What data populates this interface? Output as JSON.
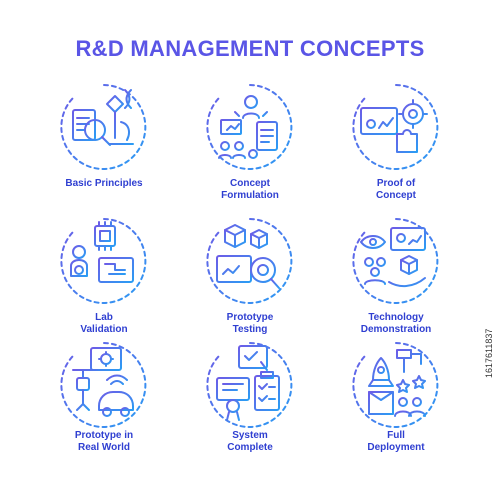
{
  "title": "R&D MANAGEMENT CONCEPTS",
  "colors": {
    "gradient_start": "#6c5ce7",
    "gradient_end": "#2a9df4",
    "title": "#5a55e6",
    "label": "#2f3fd1"
  },
  "concepts": [
    {
      "label_lines": [
        "Basic Principles"
      ],
      "icon": "microscope-dna-icon"
    },
    {
      "label_lines": [
        "Concept",
        "Formulation"
      ],
      "icon": "team-idea-icon"
    },
    {
      "label_lines": [
        "Proof of",
        "Concept"
      ],
      "icon": "gear-puzzle-icon"
    },
    {
      "label_lines": [
        "Lab",
        "Validation"
      ],
      "icon": "chip-robot-icon"
    },
    {
      "label_lines": [
        "Prototype",
        "Testing"
      ],
      "icon": "cube-magnifier-icon"
    },
    {
      "label_lines": [
        "Technology",
        "Demonstration"
      ],
      "icon": "presentation-cube-icon"
    },
    {
      "label_lines": [
        "Prototype in",
        "Real World"
      ],
      "icon": "robot-car-icon"
    },
    {
      "label_lines": [
        "System",
        "Complete"
      ],
      "icon": "certificate-checklist-icon"
    },
    {
      "label_lines": [
        "Full",
        "Deployment"
      ],
      "icon": "rocket-box-icon"
    }
  ],
  "watermark": "1617611837"
}
